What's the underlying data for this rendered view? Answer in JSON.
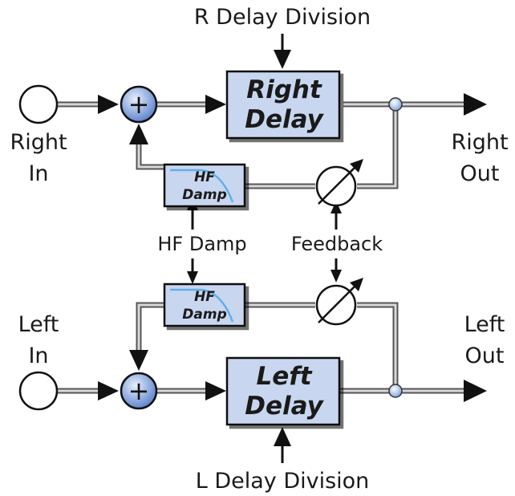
{
  "labels": {
    "r_delay_division": "R Delay Division",
    "l_delay_division": "L Delay Division",
    "right_in_1": "Right",
    "right_in_2": "In",
    "right_out_1": "Right",
    "right_out_2": "Out",
    "left_in_1": "Left",
    "left_in_2": "In",
    "left_out_1": "Left",
    "left_out_2": "Out",
    "hf_damp": "HF Damp",
    "feedback": "Feedback"
  },
  "blocks": {
    "right_delay_1": "Right",
    "right_delay_2": "Delay",
    "left_delay_1": "Left",
    "left_delay_2": "Delay",
    "hf_damp_top_1": "HF",
    "hf_damp_top_2": "Damp",
    "hf_damp_bottom_1": "HF",
    "hf_damp_bottom_2": "Damp"
  },
  "symbols": {
    "adder": "+"
  },
  "colors": {
    "block_fill": "#c9d6f0",
    "adder_fill": "#6f93d6",
    "damp_curve": "#5fb0e6",
    "wire": "#555555"
  }
}
